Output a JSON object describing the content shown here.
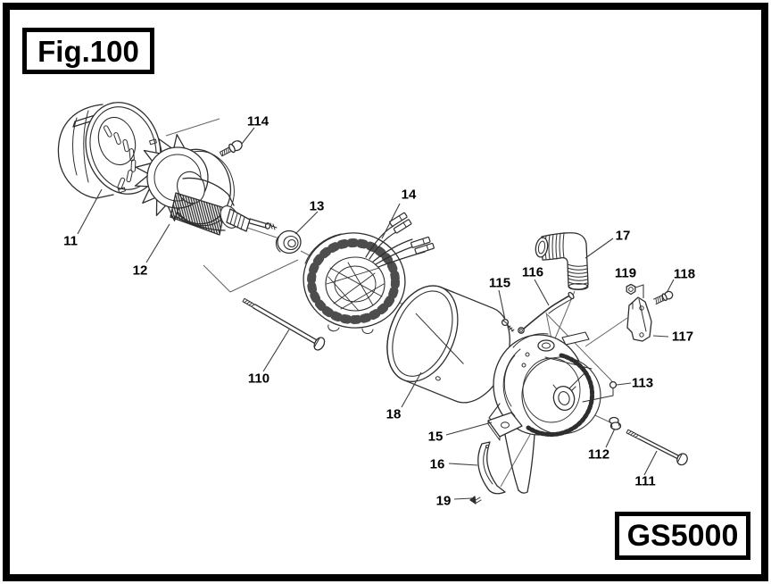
{
  "figure": {
    "title": "Fig.100",
    "model": "GS5000"
  },
  "colors": {
    "frame": "#000000",
    "background": "#ffffff",
    "line": "#2e2e2e"
  },
  "parts": [
    {
      "number": "11"
    },
    {
      "number": "12"
    },
    {
      "number": "13"
    },
    {
      "number": "14"
    },
    {
      "number": "15"
    },
    {
      "number": "16"
    },
    {
      "number": "17"
    },
    {
      "number": "18"
    },
    {
      "number": "19"
    },
    {
      "number": "110"
    },
    {
      "number": "111"
    },
    {
      "number": "112"
    },
    {
      "number": "113"
    },
    {
      "number": "114"
    },
    {
      "number": "115"
    },
    {
      "number": "116"
    },
    {
      "number": "117"
    },
    {
      "number": "118"
    },
    {
      "number": "119"
    }
  ]
}
